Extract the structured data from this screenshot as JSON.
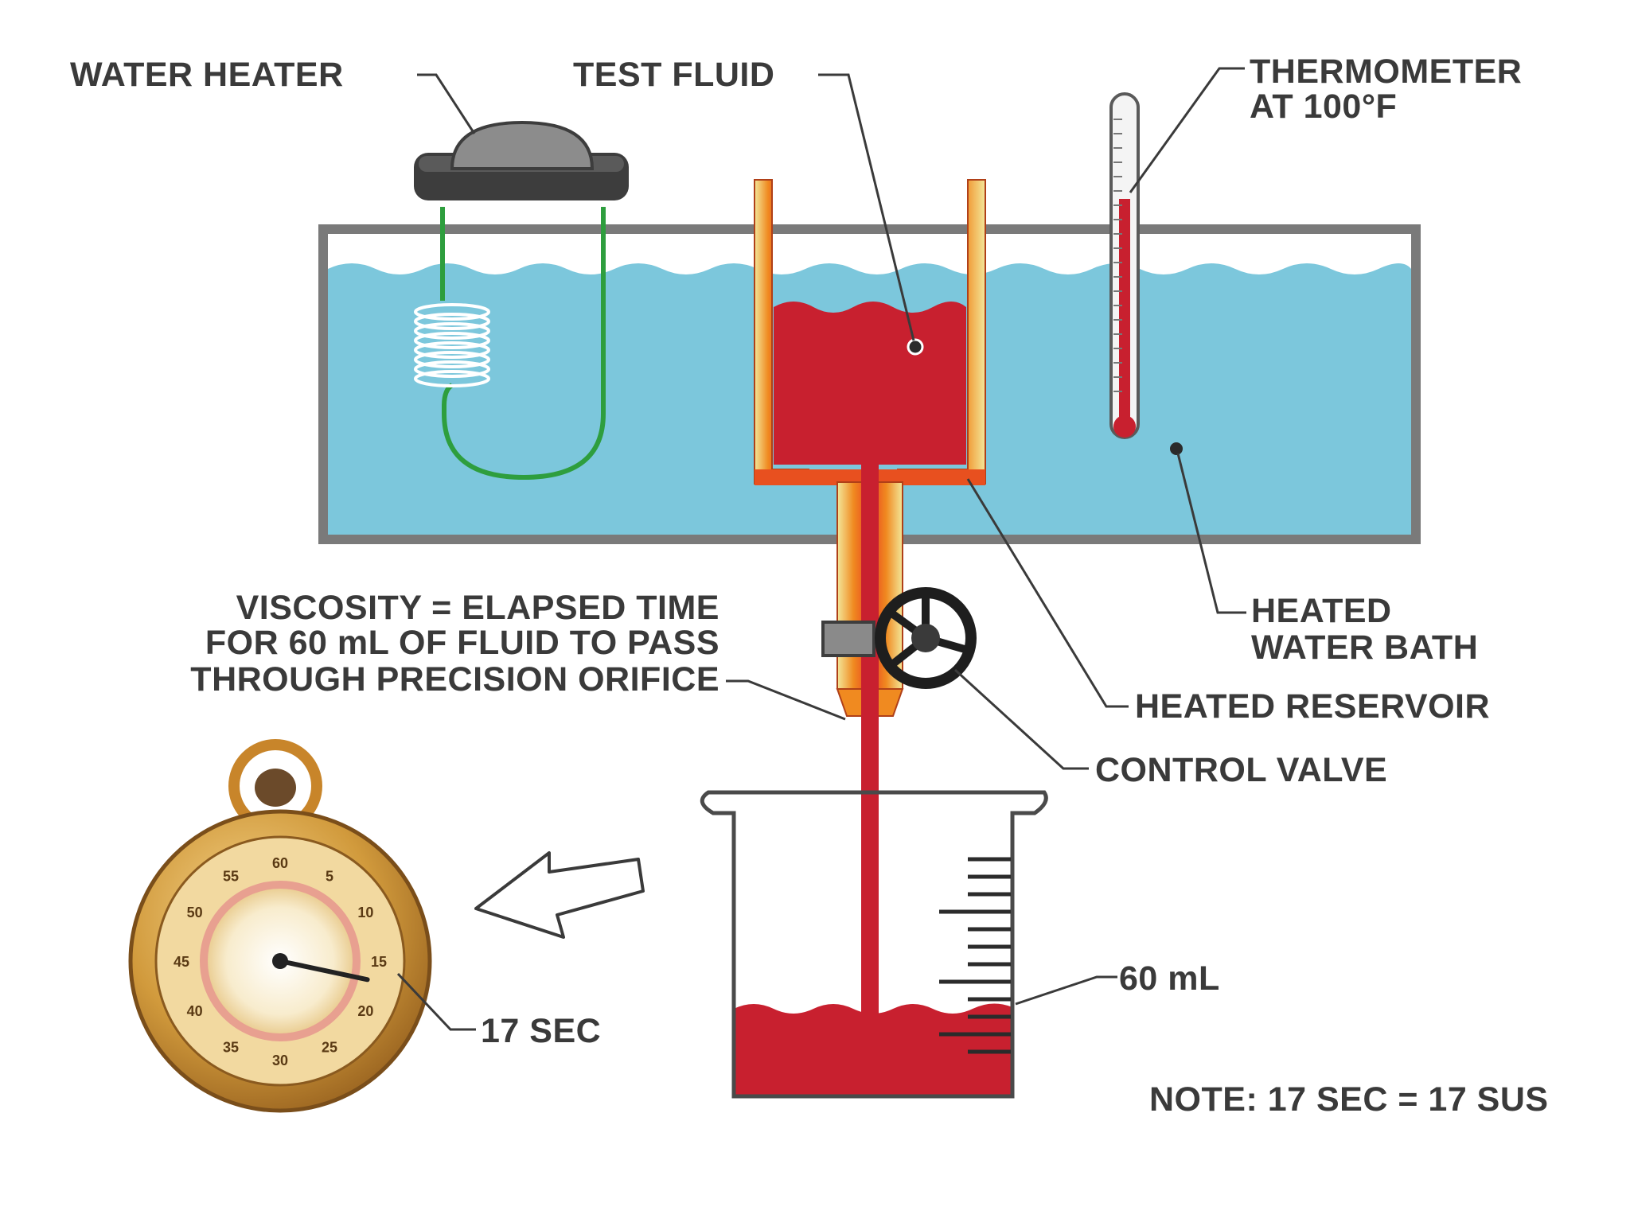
{
  "labels": {
    "water_heater": "WATER HEATER",
    "test_fluid": "TEST FLUID",
    "thermometer_line1": "THERMOMETER",
    "thermometer_line2": "AT 100°F",
    "heated_bath_line1": "HEATED",
    "heated_bath_line2": "WATER BATH",
    "viscosity_line1": "VISCOSITY = ELAPSED TIME",
    "viscosity_line2": "FOR 60 mL OF FLUID TO PASS",
    "viscosity_line3": "THROUGH PRECISION ORIFICE",
    "heated_reservoir": "HEATED RESERVOIR",
    "control_valve": "CONTROL VALVE",
    "volume": "60 mL",
    "time": "17 SEC",
    "note": "NOTE: 17 SEC = 17 SUS"
  },
  "stopwatch": {
    "dial_numbers": [
      "60",
      "5",
      "10",
      "15",
      "20",
      "25",
      "30",
      "35",
      "40",
      "45",
      "50",
      "55"
    ],
    "reading_seconds": 17
  },
  "colors": {
    "water": "#7cc7dc",
    "fluid": "#c8202f",
    "tank_frame": "#7a7a7a",
    "coil_wire": "#2e9e3e",
    "reservoir_glow": "#f07a20",
    "stopwatch_gold": "#c8852a"
  },
  "icons": {
    "heater": "water-heater-icon",
    "thermometer": "thermometer-icon",
    "valve": "valve-wheel-icon",
    "beaker": "beaker-icon",
    "stopwatch": "stopwatch-icon",
    "arrow": "arrow-left-icon"
  }
}
